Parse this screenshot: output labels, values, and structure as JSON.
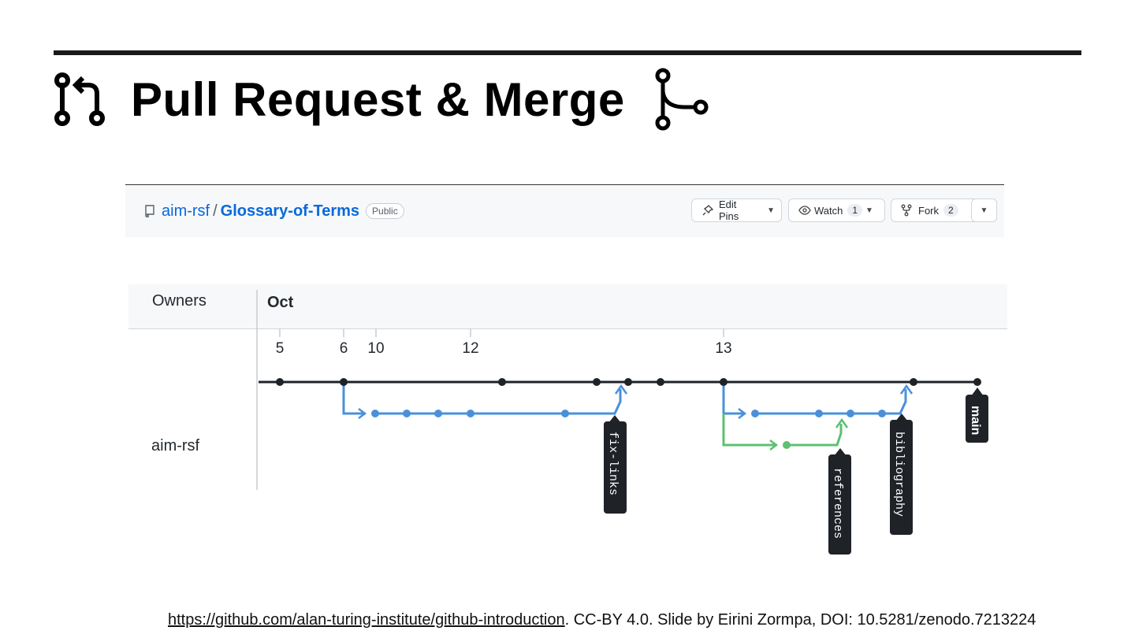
{
  "slide": {
    "title": "Pull Request & Merge",
    "icons": [
      "pull-request-icon",
      "merge-icon"
    ]
  },
  "repo": {
    "owner": "aim-rsf",
    "separator": "/",
    "name": "Glossary-of-Terms",
    "visibility": "Public",
    "buttons": {
      "edit_pins": "Edit Pins",
      "watch": "Watch",
      "watch_count": "1",
      "fork": "Fork",
      "fork_count": "2"
    }
  },
  "network": {
    "owners_label": "Owners",
    "month": "Oct",
    "owner": "aim-rsf",
    "dates": [
      "5",
      "6",
      "10",
      "12",
      "13"
    ],
    "branches": [
      {
        "name": "main",
        "color": "#1f2328"
      },
      {
        "name": "fix-links",
        "color": "#4a90d9"
      },
      {
        "name": "references",
        "color": "#5cc072"
      },
      {
        "name": "bibliography",
        "color": "#4a90d9"
      }
    ]
  },
  "footer": {
    "link_text": "https://github.com/alan-turing-institute/github-introduction",
    "rest": ". CC-BY 4.0. Slide by Eirini Zormpa, DOI: 10.5281/zenodo.7213224"
  }
}
